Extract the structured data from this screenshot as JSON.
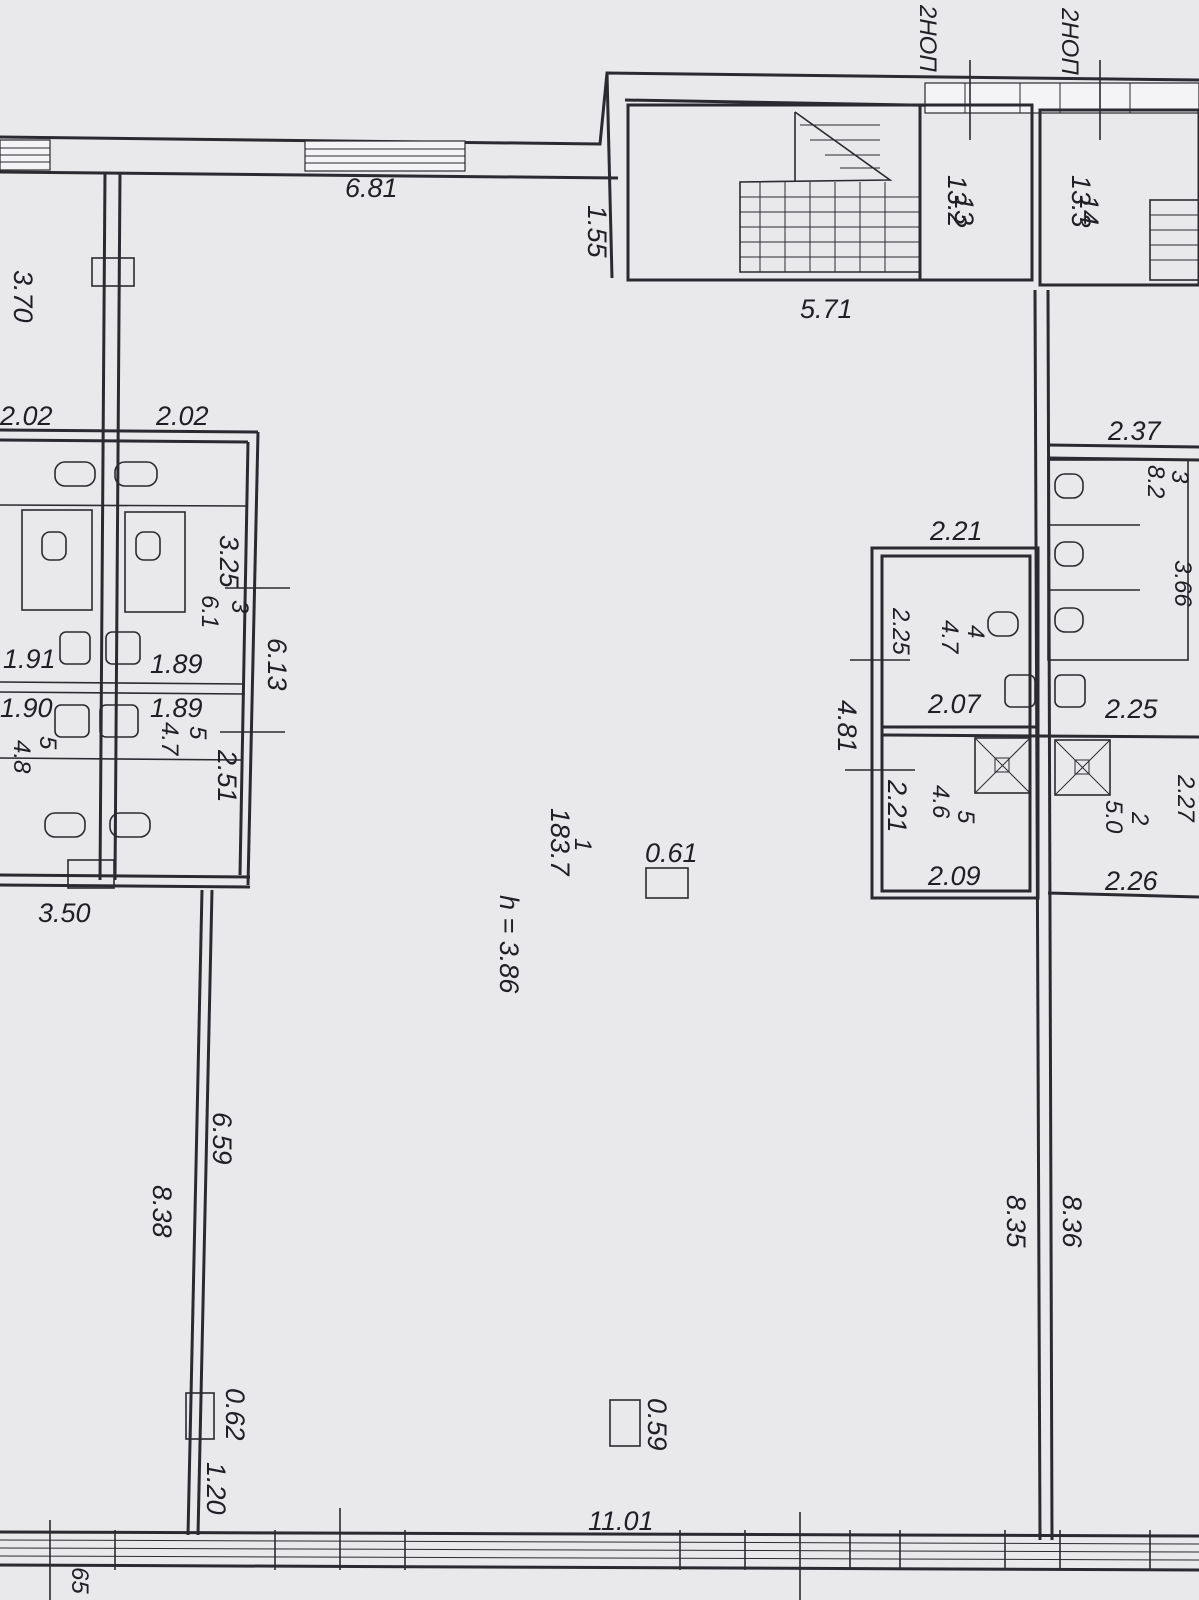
{
  "plan": {
    "corridor_labels": [
      "2НОП",
      "2НОП"
    ],
    "main_room": {
      "number": "1",
      "area": "183.7",
      "height": "h = 3.86"
    },
    "stair_room": {
      "number": "13",
      "area": "13.2"
    },
    "room_14": {
      "number": "14",
      "area": "13.3"
    },
    "room_4": {
      "number": "4",
      "area": "4.7"
    },
    "room_5_right": {
      "number": "5",
      "area": "4.6"
    },
    "room_3": {
      "number": "3",
      "area": "6.1"
    },
    "room_5_left": {
      "number": "5",
      "area": "4.7"
    },
    "room_6_left": {
      "number": "5",
      "area": "4.8"
    },
    "room_far_right": {
      "number": "3",
      "area": "8.2"
    },
    "room_far_right_2": {
      "number": "2",
      "area": "5.0"
    },
    "dimensions": {
      "d_681": "6.81",
      "d_155": "1.55",
      "d_571": "5.71",
      "d_370": "3.70",
      "d_202a": "2.02",
      "d_202b": "2.02",
      "d_237": "2.37",
      "d_221a": "2.21",
      "d_325": "3.25",
      "d_613": "6.13",
      "d_366": "3.66",
      "d_225a": "2.25",
      "d_191": "1.91",
      "d_189a": "1.89",
      "d_207": "2.07",
      "d_225b": "2.25",
      "d_190": "1.90",
      "d_189b": "1.89",
      "d_481": "4.81",
      "d_251": "2.51",
      "d_221b": "2.21",
      "d_227": "2.27",
      "d_061": "0.61",
      "d_209": "2.09",
      "d_226": "2.26",
      "d_350": "3.50",
      "d_659": "6.59",
      "d_838": "8.38",
      "d_835": "8.35",
      "d_836": "8.36",
      "d_062": "0.62",
      "d_120": "1.20",
      "d_059": "0.59",
      "d_1101": "11.01",
      "d_65": "65"
    }
  }
}
